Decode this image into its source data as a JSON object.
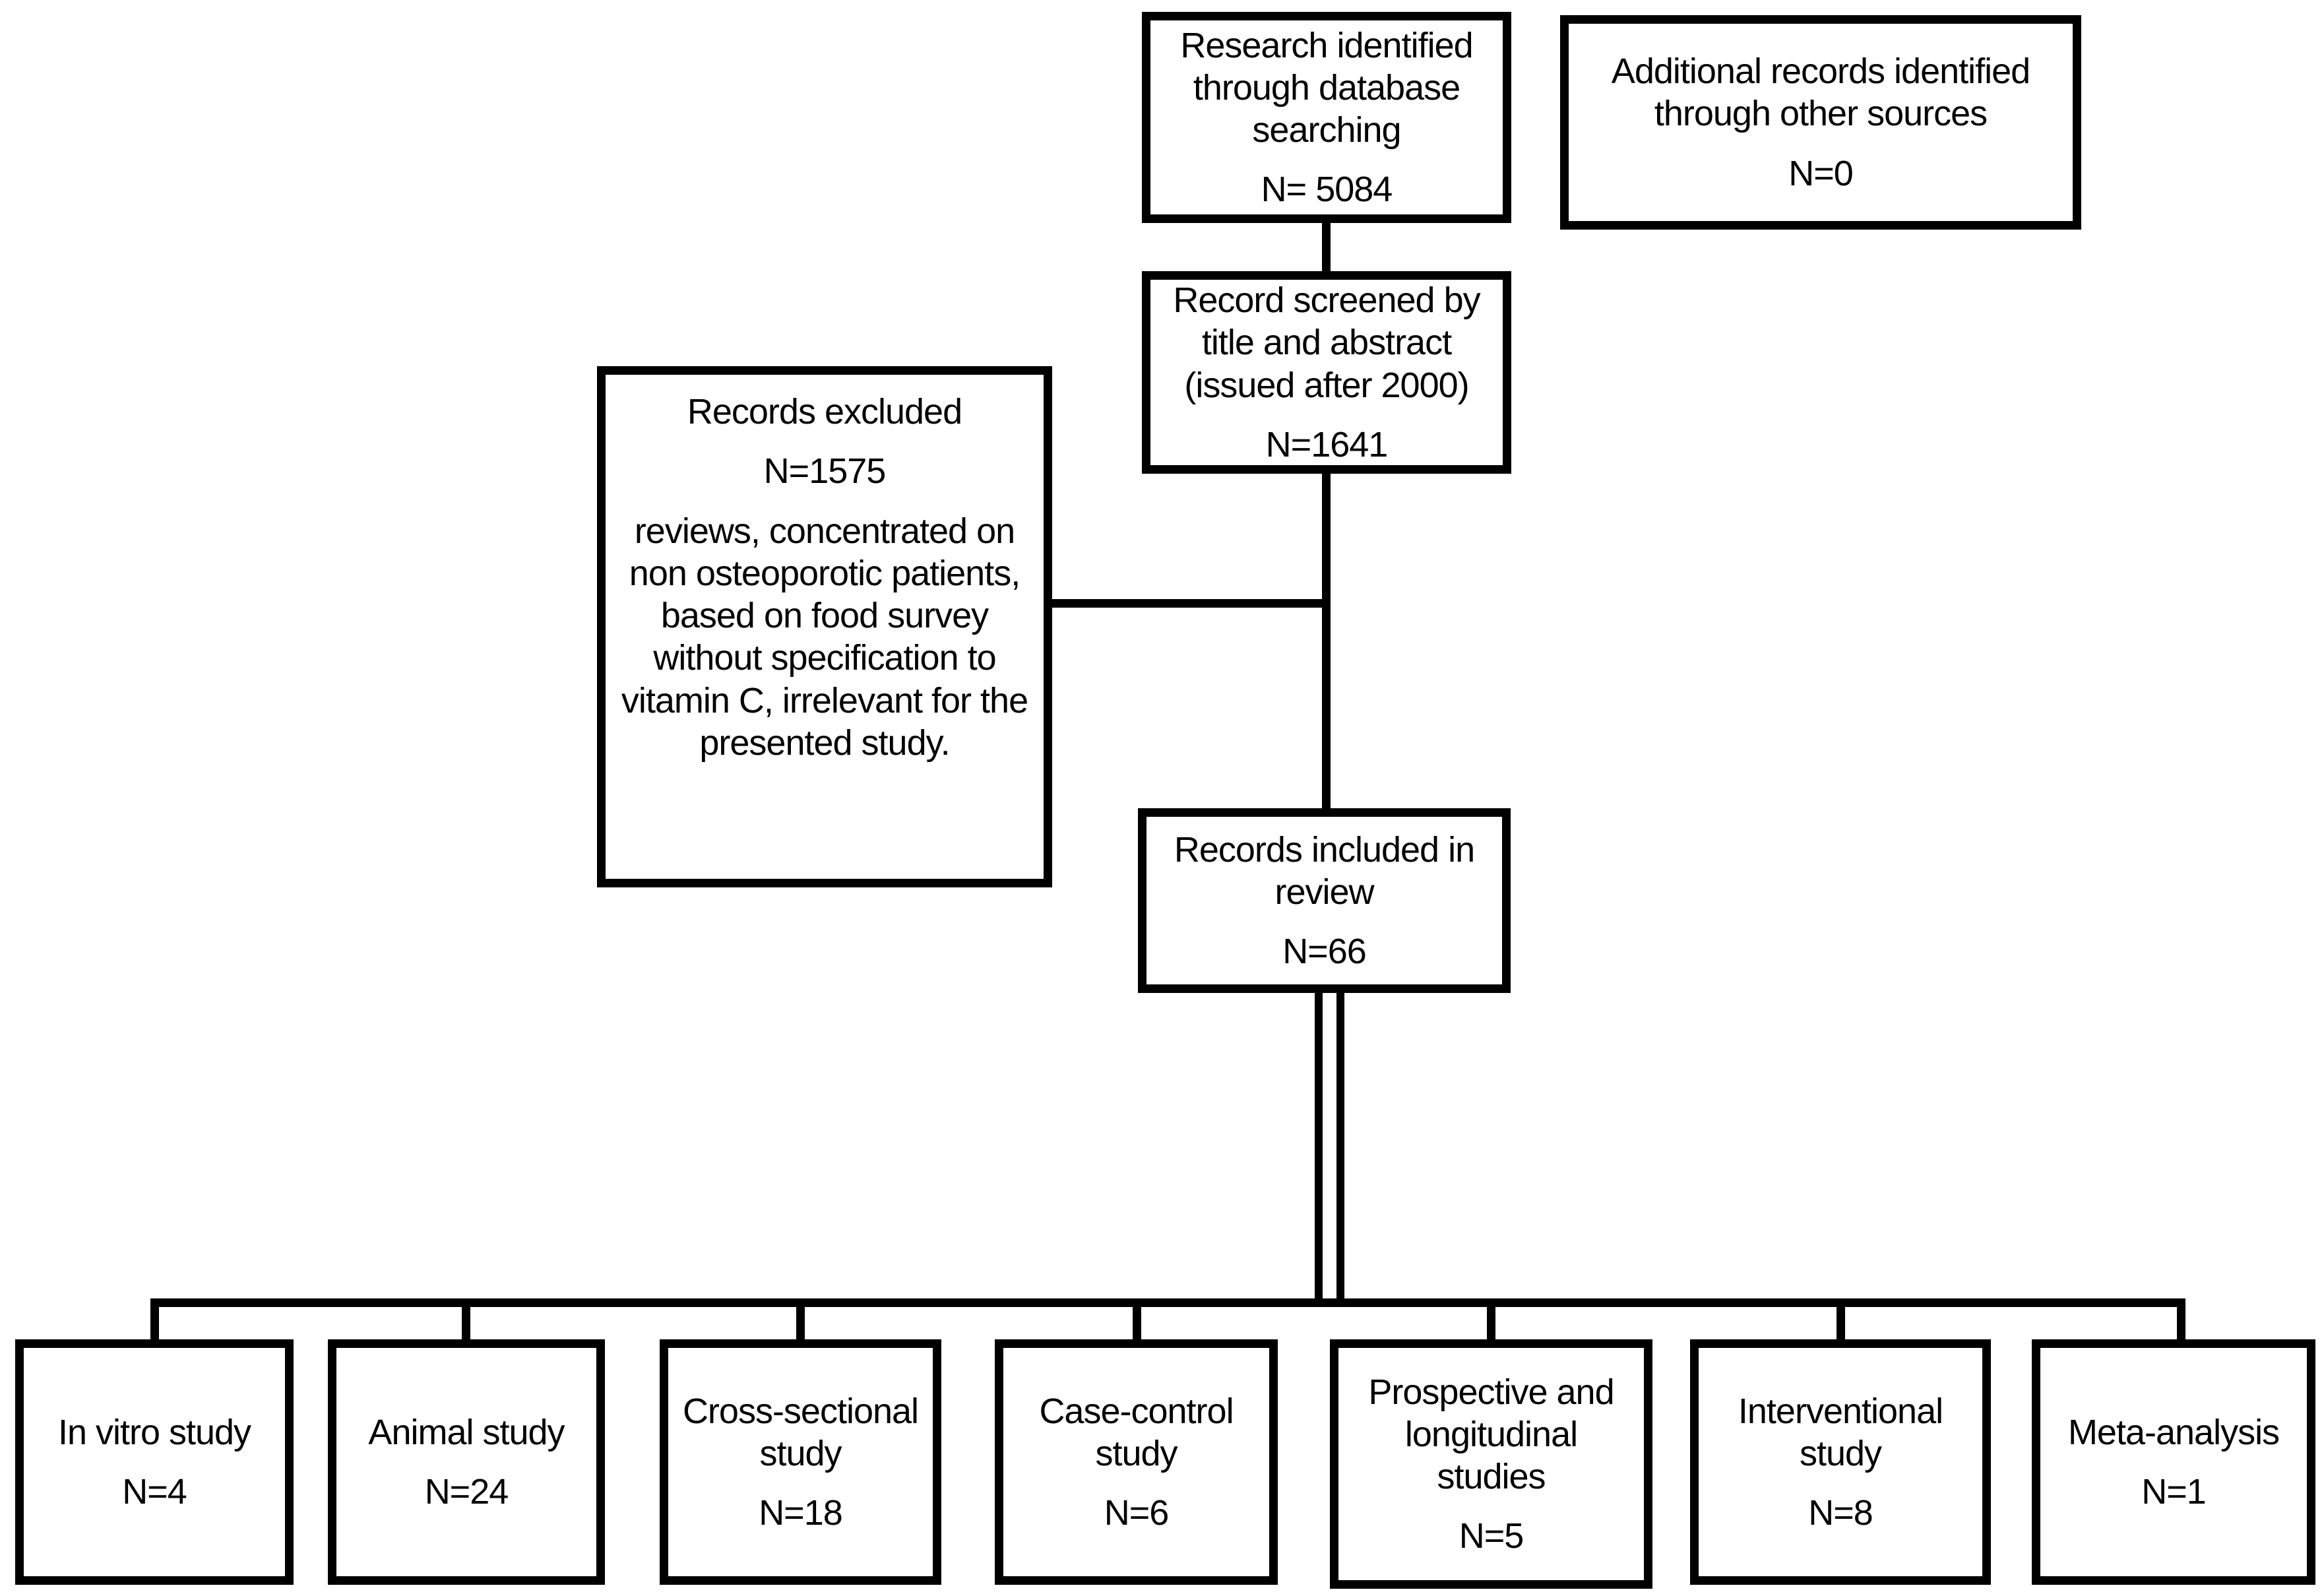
{
  "flowchart": {
    "research": {
      "label": "Research identified through database searching",
      "n": "N= 5084"
    },
    "additional": {
      "label": "Additional records identified through other sources",
      "n": "N=0"
    },
    "screened": {
      "label": "Record screened by title and abstract (issued after 2000)",
      "n": "N=1641"
    },
    "excluded": {
      "label": "Records excluded",
      "n": "N=1575",
      "detail": "reviews, concentrated on non osteoporotic patients, based on food survey without specification to vitamin C, irrelevant for the presented study."
    },
    "included": {
      "label": "Records included in review",
      "n": "N=66"
    },
    "study_types": [
      {
        "label": "In vitro study",
        "n": "N=4"
      },
      {
        "label": "Animal study",
        "n": "N=24"
      },
      {
        "label": "Cross-sectional study",
        "n": "N=18"
      },
      {
        "label": "Case-control study",
        "n": "N=6"
      },
      {
        "label": "Prospective and longitudinal studies",
        "n": "N=5"
      },
      {
        "label": "Interventional study",
        "n": "N=8"
      },
      {
        "label": "Meta-analysis",
        "n": "N=1"
      }
    ],
    "colors": {
      "border": "#000000",
      "background": "#ffffff",
      "text": "#000000"
    }
  }
}
